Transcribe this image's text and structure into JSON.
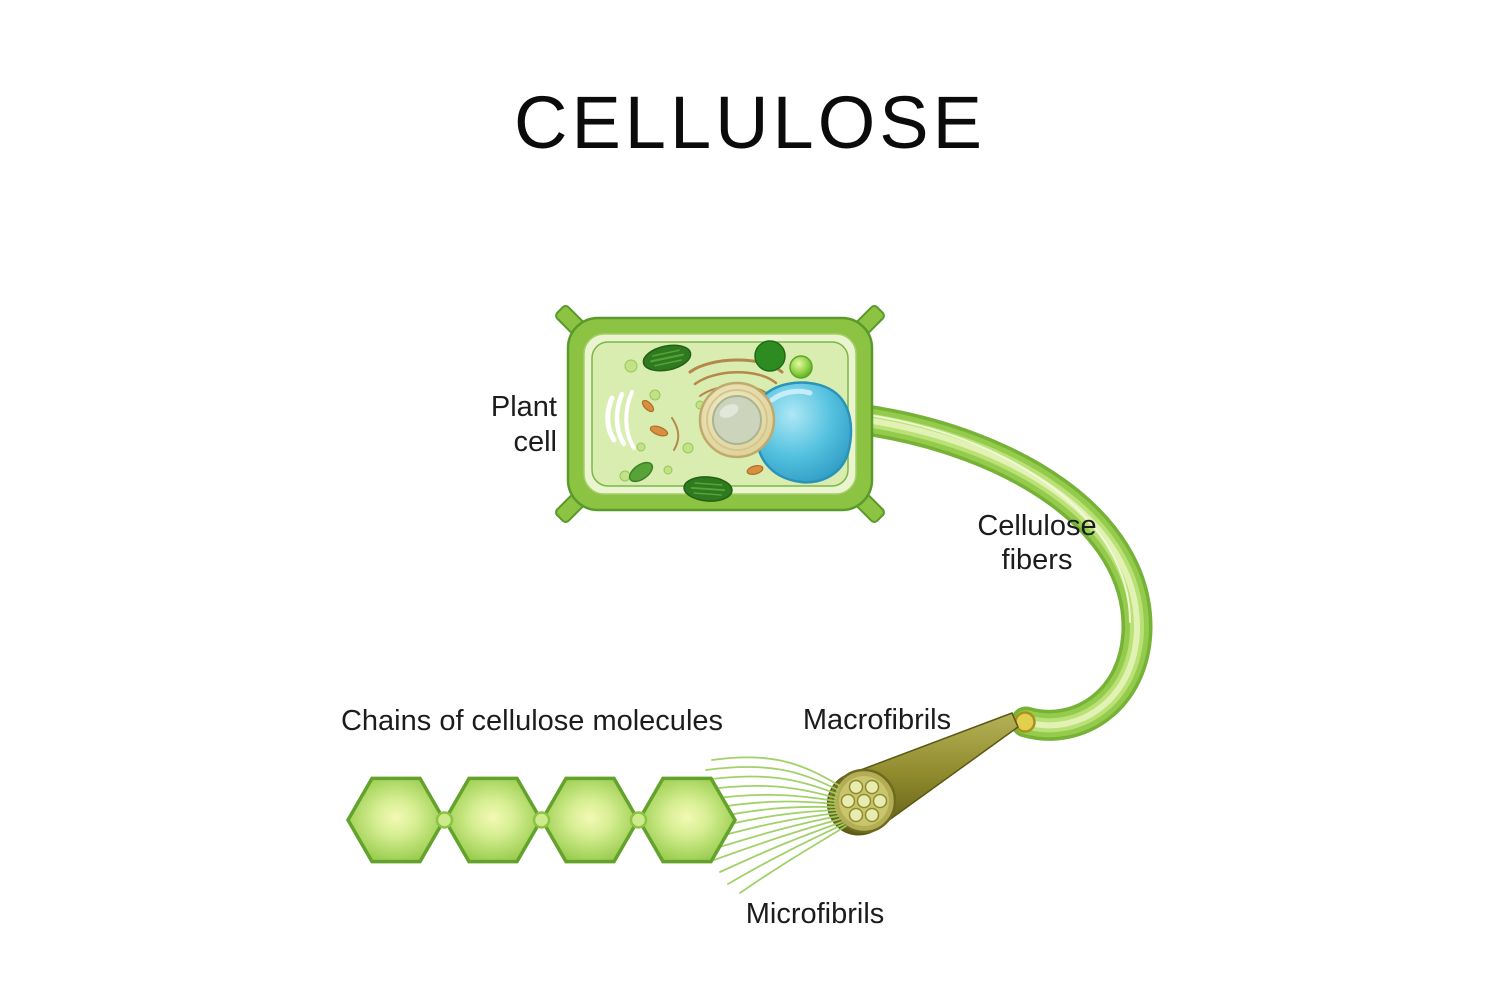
{
  "title": "CELLULOSE",
  "labels": {
    "plant_cell": {
      "line1": "Plant",
      "line2": "cell"
    },
    "cellulose_fibers": {
      "line1": "Cellulose",
      "line2": "fibers"
    },
    "macrofibrils": "Macrofibrils",
    "chains_of_cellulose_molecules": "Chains of cellulose molecules",
    "microfibrils": "Microfibrils"
  },
  "colors": {
    "background": "#ffffff",
    "title_text": "#0b0b0b",
    "label_text": "#1c1c1c",
    "cell_wall_green": "#8cc342",
    "cell_wall_outline": "#5a9a2a",
    "cytoplasm_green": "#d9edb0",
    "vacuole_blue": "#45b8d8",
    "nucleus_outer_tan": "#e9e2b4",
    "nucleus_inner_gray_green": "#ccd4bc",
    "chloroplast_dark_green": "#2f7a1f",
    "er_brown": "#b5874a",
    "fiber_green": "#94cb4d",
    "fiber_highlight": "#e2f2b4",
    "macrofibril_olive": "#8f8b2d",
    "macrofibril_face": "#b3ae55",
    "microfibril_line_green": "#9ecf62",
    "hexagon_edge_green": "#63a32c",
    "hexagon_center_yellow": "#f0f8ae"
  }
}
